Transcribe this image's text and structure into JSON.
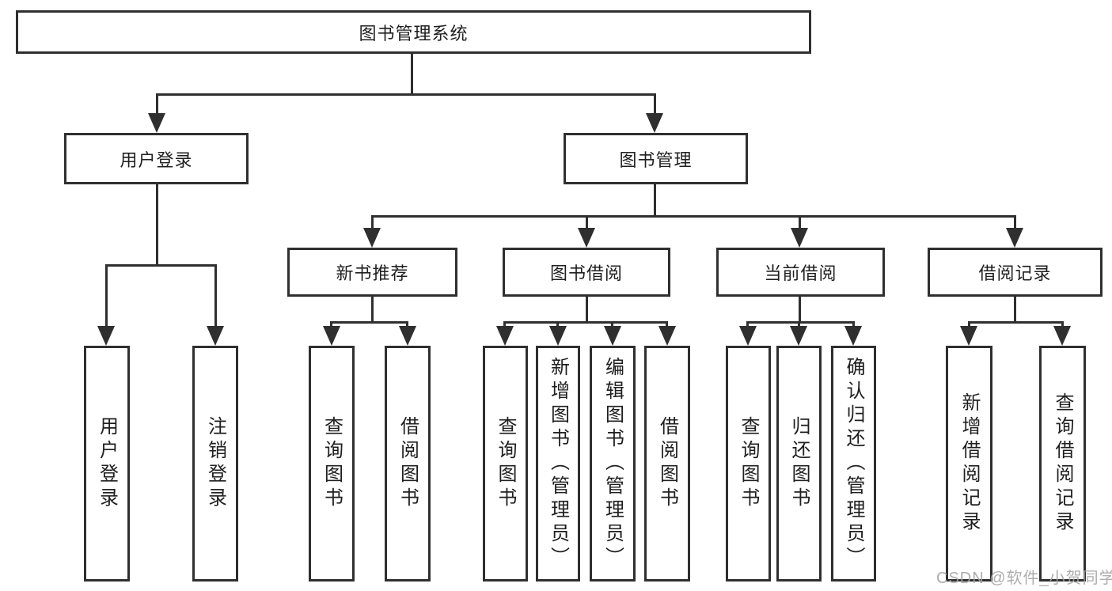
{
  "diagram": {
    "type": "hierarchy",
    "watermark": "CSDN @软件_小贺同学",
    "colors": {
      "line": "#2f2f2f",
      "text": "#1f1f1f",
      "watermark": "#a4a4a4",
      "background": "#ffffff"
    }
  },
  "tree": {
    "root": {
      "label": "图书管理系统",
      "children": [
        {
          "label": "用户登录",
          "children": [
            {
              "label": "用户登录"
            },
            {
              "label": "注销登录"
            }
          ]
        },
        {
          "label": "图书管理",
          "children": [
            {
              "label": "新书推荐",
              "children": [
                {
                  "label": "查询图书"
                },
                {
                  "label": "借阅图书"
                }
              ]
            },
            {
              "label": "图书借阅",
              "children": [
                {
                  "label": "查询图书"
                },
                {
                  "label": "新增图书（管理员）"
                },
                {
                  "label": "编辑图书（管理员）"
                },
                {
                  "label": "借阅图书"
                }
              ]
            },
            {
              "label": "当前借阅",
              "children": [
                {
                  "label": "查询图书"
                },
                {
                  "label": "归还图书"
                },
                {
                  "label": "确认归还（管理员）"
                }
              ]
            },
            {
              "label": "借阅记录",
              "children": [
                {
                  "label": "新增借阅记录"
                },
                {
                  "label": "查询借阅记录"
                }
              ]
            }
          ]
        }
      ]
    }
  }
}
